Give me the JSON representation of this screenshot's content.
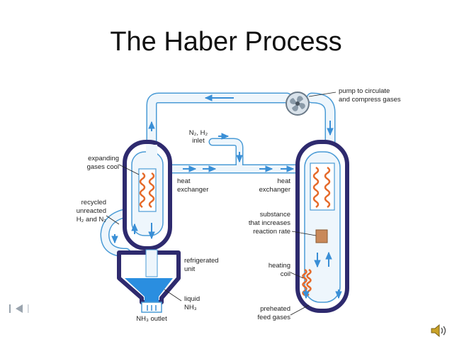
{
  "title": "The Haber Process",
  "labels": {
    "pump_l1": "pump to circulate",
    "pump_l2": "and compress gases",
    "inlet_l1": "N₂, H₂",
    "inlet_l2": "inlet",
    "expanding_l1": "expanding",
    "expanding_l2": "gases cool",
    "hx_left_l1": "heat",
    "hx_left_l2": "exchanger",
    "hx_right_l1": "heat",
    "hx_right_l2": "exchanger",
    "recycled_l1": "recycled",
    "recycled_l2": "unreacted",
    "recycled_l3": "H₂ and N₂",
    "substance_l1": "substance",
    "substance_l2": "that increases",
    "substance_l3": "reaction rate",
    "refrig_l1": "refrigerated",
    "refrig_l2": "unit",
    "heating_l1": "heating",
    "heating_l2": "coil",
    "liquid_l1": "liquid",
    "liquid_l2": "NH₃",
    "outlet": "NH₃ outlet",
    "preheated_l1": "preheated",
    "preheated_l2": "feed gases"
  },
  "icons": {
    "nav": "previous-slide-icon",
    "speaker": "speaker-icon",
    "pump": "pump-fan-icon"
  },
  "colors": {
    "vessel": "#2e2a6e",
    "pipe_fill": "#eef6fc",
    "pipe_edge": "#4a9bd6",
    "flow_arrow": "#3a8fd6",
    "coil": "#e56a2a",
    "catalyst": "#c9895a",
    "liquid": "#2a8ee0"
  }
}
